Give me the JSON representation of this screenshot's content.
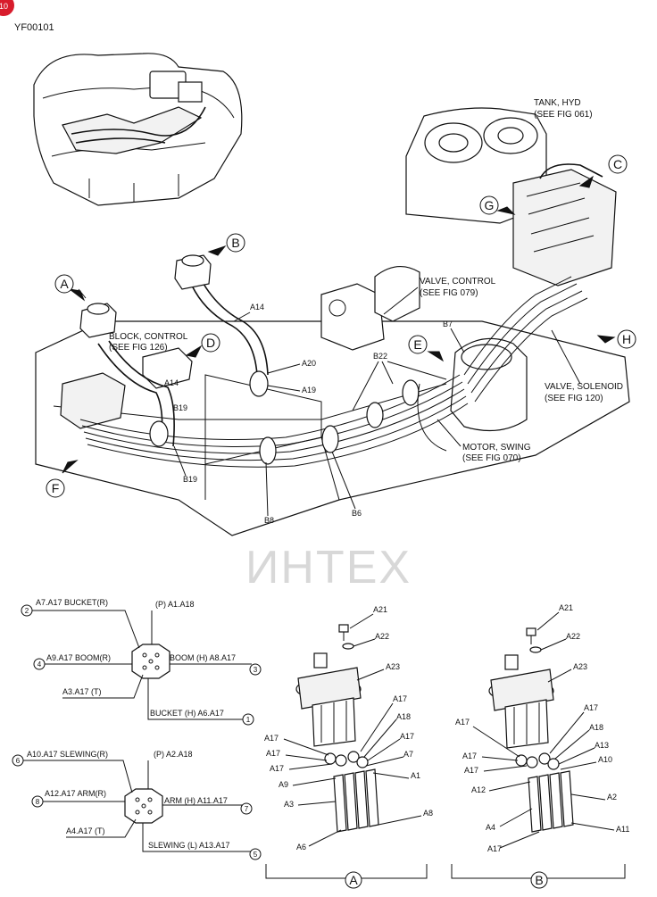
{
  "doc_code": "YF00101",
  "corner_badge": "10",
  "watermark": "ИНТЕХ",
  "callouts": {
    "tank_hyd": [
      "TANK, HYD",
      "(SEE FIG 061)"
    ],
    "valve_control": [
      "VALVE, CONTROL",
      "(SEE FIG 079)"
    ],
    "block_control": [
      "BLOCK, CONTROL",
      "(SEE FIG 126)"
    ],
    "valve_solenoid": [
      "VALVE, SOLENOID",
      "(SEE FIG 120)"
    ],
    "motor_swing": [
      "MOTOR, SWING",
      "(SEE FIG 070)"
    ]
  },
  "view_letters": {
    "A": "A",
    "B": "B",
    "C": "C",
    "D": "D",
    "E": "E",
    "F": "F",
    "G": "G",
    "H": "H"
  },
  "parts": {
    "A14_a": "A14",
    "A14_b": "A14",
    "A20": "A20",
    "A19": "A19",
    "B22": "B22",
    "B7": "B7",
    "B19_a": "B19",
    "B19_b": "B19",
    "B8": "B8",
    "B6": "B6"
  },
  "schematic_top": {
    "p2": {
      "num": "2",
      "label": "A7.A17 BUCKET(R)"
    },
    "p4": {
      "num": "4",
      "label": "A9.A17 BOOM(R)"
    },
    "pP": {
      "label": "(P) A1.A18"
    },
    "p3": {
      "num": "3",
      "label": "BOOM (H) A8.A17"
    },
    "pT": {
      "label": "A3.A17 (T)"
    },
    "p1": {
      "num": "1",
      "label": "BUCKET (H) A6.A17"
    }
  },
  "schematic_bottom": {
    "p6": {
      "num": "6",
      "label": "A10.A17 SLEWING(R)"
    },
    "p8": {
      "num": "8",
      "label": "A12.A17 ARM(R)"
    },
    "pP": {
      "label": "(P) A2.A18"
    },
    "p7": {
      "num": "7",
      "label": "ARM (H) A11.A17"
    },
    "pT": {
      "label": "A4.A17 (T)"
    },
    "p5": {
      "num": "5",
      "label": "SLEWING (L) A13.A17"
    }
  },
  "detail_a": {
    "letter": "A",
    "labels": [
      "A21",
      "A22",
      "A23",
      "A17",
      "A18",
      "A17",
      "A17",
      "A17",
      "A7",
      "A9",
      "A1",
      "A3",
      "A8",
      "A6",
      "A17"
    ]
  },
  "detail_b": {
    "letter": "B",
    "labels": [
      "A21",
      "A22",
      "A23",
      "A17",
      "A17",
      "A18",
      "A17",
      "A17",
      "A10",
      "A17",
      "A12",
      "A2",
      "A4",
      "A11",
      "A13"
    ]
  }
}
